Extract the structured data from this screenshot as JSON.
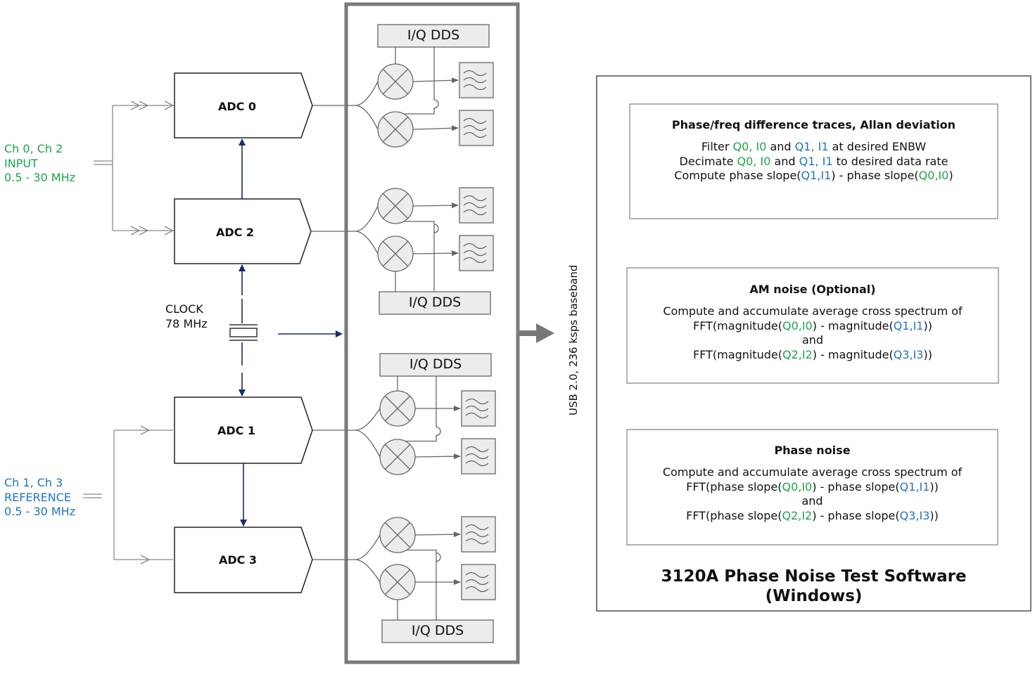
{
  "inputs": {
    "input_group": {
      "channels": "Ch 0, Ch 2",
      "name": "INPUT",
      "range": "0.5 - 30 MHz",
      "color": "#1aa64a"
    },
    "reference_group": {
      "channels": "Ch 1, Ch 3",
      "name": "REFERENCE",
      "range": "0.5 - 30 MHz",
      "color": "#1f74c4"
    }
  },
  "adcs": [
    "ADC 0",
    "ADC 2",
    "ADC 1",
    "ADC 3"
  ],
  "clock": {
    "label": "CLOCK",
    "freq": "78 MHz"
  },
  "dds_blocks": [
    "I/Q DDS",
    "I/Q DDS",
    "I/Q DDS",
    "I/Q DDS"
  ],
  "link_label": "USB 2.0, 236 ksps baseband",
  "software": {
    "title_line1": "3120A Phase Noise Test Software",
    "title_line2": "(Windows)",
    "panels": [
      {
        "title": "Phase/freq difference traces, Allan deviation",
        "lines": [
          [
            {
              "t": "Filter "
            },
            {
              "t": "Q0, I0",
              "c": "green"
            },
            {
              "t": " and "
            },
            {
              "t": "Q1, I1",
              "c": "blue"
            },
            {
              "t": " at desired ENBW"
            }
          ],
          [
            {
              "t": "Decimate "
            },
            {
              "t": "Q0, I0",
              "c": "green"
            },
            {
              "t": " and "
            },
            {
              "t": "Q1, I1",
              "c": "blue"
            },
            {
              "t": " to desired data rate"
            }
          ],
          [
            {
              "t": "Compute phase slope("
            },
            {
              "t": "Q1,I1",
              "c": "blue"
            },
            {
              "t": ") - phase slope("
            },
            {
              "t": "Q0,I0",
              "c": "green"
            },
            {
              "t": ")"
            }
          ]
        ]
      },
      {
        "title": "AM noise (Optional)",
        "lines": [
          [
            {
              "t": "Compute and accumulate average cross spectrum of"
            }
          ],
          [
            {
              "t": "FFT(magnitude("
            },
            {
              "t": "Q0,I0",
              "c": "green"
            },
            {
              "t": ") - magnitude("
            },
            {
              "t": "Q1,I1",
              "c": "blue"
            },
            {
              "t": "))"
            }
          ],
          [
            {
              "t": "and"
            }
          ],
          [
            {
              "t": "FFT(magnitude("
            },
            {
              "t": "Q2,I2",
              "c": "green"
            },
            {
              "t": ") - magnitude("
            },
            {
              "t": "Q3,I3",
              "c": "blue"
            },
            {
              "t": "))"
            }
          ]
        ]
      },
      {
        "title": "Phase noise",
        "lines": [
          [
            {
              "t": "Compute and accumulate average cross spectrum of"
            }
          ],
          [
            {
              "t": "FFT(phase slope("
            },
            {
              "t": "Q0,I0",
              "c": "green"
            },
            {
              "t": ") - phase slope("
            },
            {
              "t": "Q1,I1",
              "c": "blue"
            },
            {
              "t": "))"
            }
          ],
          [
            {
              "t": "and"
            }
          ],
          [
            {
              "t": "FFT(phase slope("
            },
            {
              "t": "Q2,I2",
              "c": "green"
            },
            {
              "t": ") - phase slope("
            },
            {
              "t": "Q3,I3",
              "c": "blue"
            },
            {
              "t": "))"
            }
          ]
        ]
      }
    ]
  },
  "colors": {
    "green": "#1aa64a",
    "blue": "#1f74c4",
    "navy_arrow": "#1a2a6e",
    "fpga_border": "#7a7a7a",
    "block_fill": "#ececec"
  }
}
